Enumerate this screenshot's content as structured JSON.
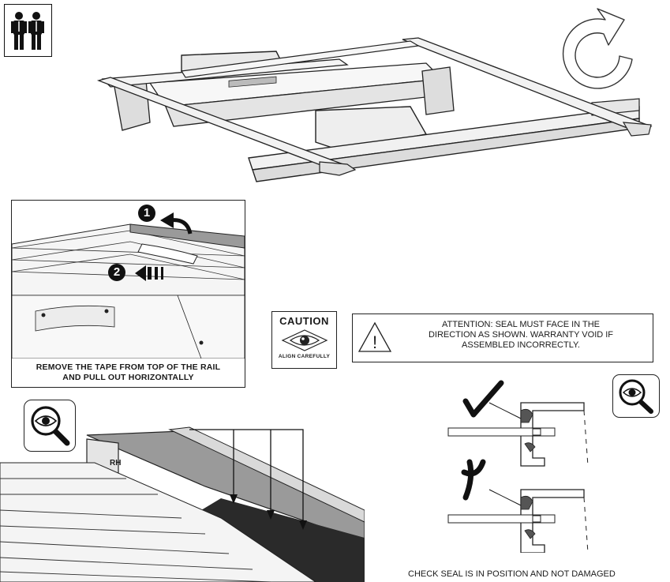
{
  "instructions": {
    "tape_caption_line1": "REMOVE THE TAPE FROM TOP OF THE RAIL",
    "tape_caption_line2": "AND PULL OUT HORIZONTALLY",
    "step1_marker": "1",
    "step2_marker": "2"
  },
  "caution_sign": {
    "title": "CAUTION",
    "subtitle": "ALIGN CAREFULLY"
  },
  "attention": {
    "line1": "ATTENTION: SEAL MUST FACE IN THE",
    "line2": "DIRECTION AS SHOWN. WARRANTY VOID IF",
    "line3": "ASSEMBLED INCORRECTLY.",
    "symbol": "!"
  },
  "labels": {
    "rail_side": "RH",
    "seal_check": "CHECK SEAL IS IN POSITION AND NOT DAMAGED"
  },
  "icons": {
    "two_person": "two-person-icon",
    "rotate": "rotate-arrow-icon",
    "magnifier": "magnifier-eye-icon"
  }
}
